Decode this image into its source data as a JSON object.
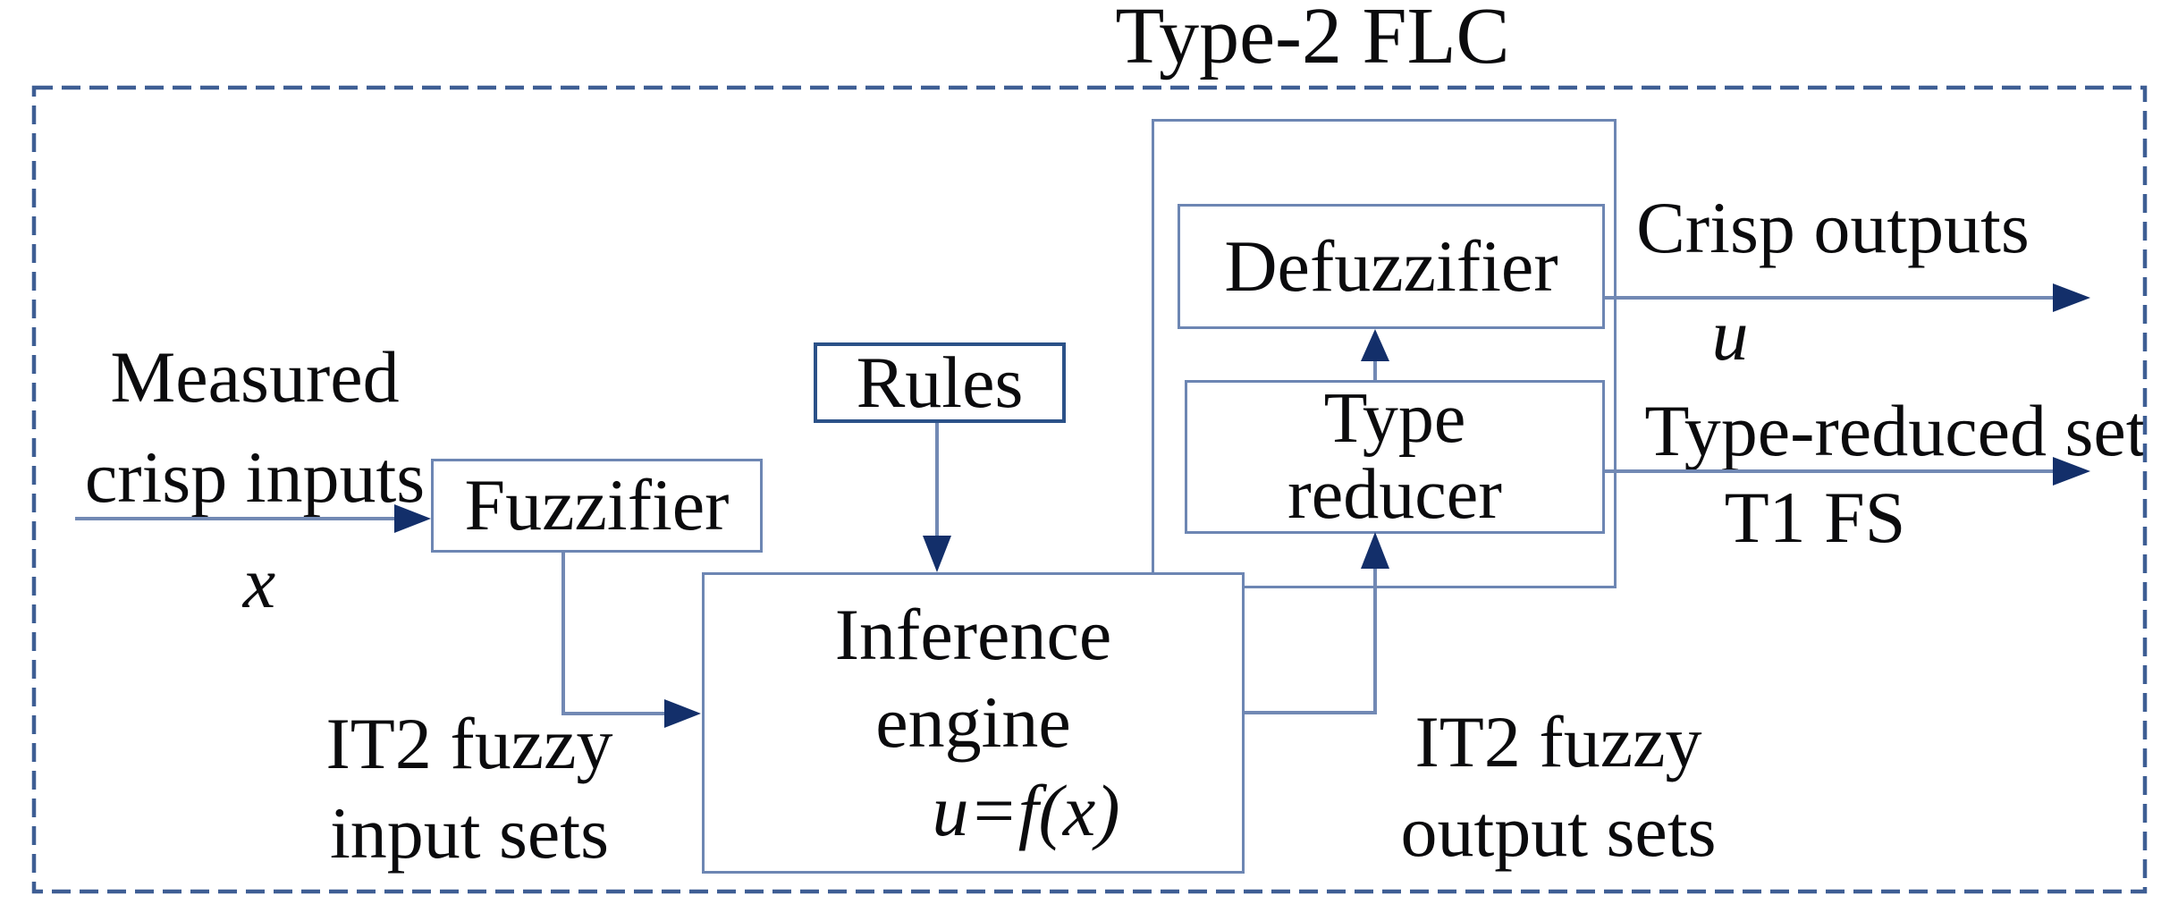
{
  "title": "Type-2 FLC",
  "blocks": {
    "fuzzifier": "Fuzzifier",
    "rules": "Rules",
    "inference_line1": "Inference",
    "inference_line2": "engine",
    "inference_formula": "u=f(x)",
    "defuzzifier": "Defuzzifier",
    "type_reducer_line1": "Type",
    "type_reducer_line2": "reducer"
  },
  "labels": {
    "measured_line1": "Measured",
    "measured_line2": "crisp inputs",
    "x_input": "x",
    "it2_input_line1": "IT2 fuzzy",
    "it2_input_line2": "input sets",
    "it2_output_line1": "IT2 fuzzy",
    "it2_output_line2": "output sets",
    "crisp_outputs": "Crisp outputs",
    "u_output": "u",
    "type_reduced": "Type-reduced set",
    "t1_fs": "T1 FS"
  },
  "colors": {
    "accent_line": "#7289b4",
    "box_border": "#6d86b3",
    "rules_border": "#2b5188",
    "arrowhead": "#132f6a",
    "dashed_border": "#3e5e94",
    "text": "#0b0b0d",
    "background": "#ffffff"
  }
}
